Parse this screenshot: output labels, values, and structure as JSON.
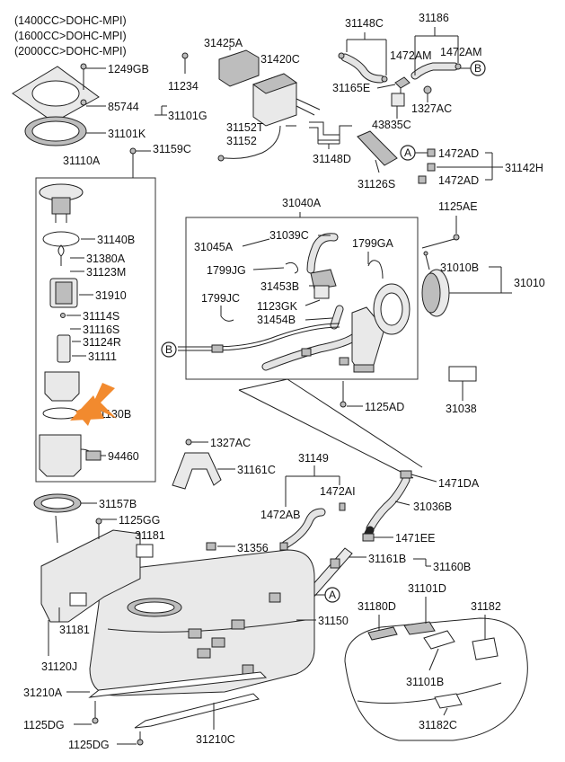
{
  "engine_notes": [
    "(1400CC>DOHC-MPI)",
    "(1600CC>DOHC-MPI)",
    "(2000CC>DOHC-MPI)"
  ],
  "refs": {
    "A": "A",
    "B": "B"
  },
  "labels": {
    "l1249GB": "1249GB",
    "l85744": "85744",
    "l31101G": "31101G",
    "l31101K": "31101K",
    "l31159C": "31159C",
    "l31110A": "31110A",
    "l31140B": "31140B",
    "l31380A": "31380A",
    "l31123M": "31123M",
    "l31910": "31910",
    "l31114S": "31114S",
    "l31116S": "31116S",
    "l31124R": "31124R",
    "l31111": "31111",
    "l31130B": "31130B",
    "l94460": "94460",
    "l31157B": "31157B",
    "l1125GG": "1125GG",
    "l31181a": "31181",
    "l31181b": "31181",
    "l31120J": "31120J",
    "l31210A": "31210A",
    "l1125DG1": "1125DG",
    "l1125DG2": "1125DG",
    "l31210C": "31210C",
    "l31425A": "31425A",
    "l11234": "11234",
    "l31420C": "31420C",
    "l31152T": "31152T",
    "l31152": "31152",
    "l31148C": "31148C",
    "l31186": "31186",
    "l1472AM1": "1472AM",
    "l1472AM2": "1472AM",
    "l31165E": "31165E",
    "l1327AC1": "1327AC",
    "l43835C": "43835C",
    "l31148D": "31148D",
    "l31126S": "31126S",
    "l1472AD1": "1472AD",
    "l1472AD2": "1472AD",
    "l31142H": "31142H",
    "l31040A": "31040A",
    "l1125AE": "1125AE",
    "l31045A": "31045A",
    "l31039C": "31039C",
    "l1799GA": "1799GA",
    "l1799JG": "1799JG",
    "l31453B": "31453B",
    "l31010B": "31010B",
    "l31010": "31010",
    "l1799JC": "1799JC",
    "l1123GK": "1123GK",
    "l31454B": "31454B",
    "l1125AD": "1125AD",
    "l31038": "31038",
    "l1327AC2": "1327AC",
    "l31161C": "31161C",
    "l31149": "31149",
    "l1471DA": "1471DA",
    "l1472AI": "1472AI",
    "l1472AB": "1472AB",
    "l31036B": "31036B",
    "l1471EE": "1471EE",
    "l31356": "31356",
    "l31161B": "31161B",
    "l31160B": "31160B",
    "l31150": "31150",
    "l31101D": "31101D",
    "l31180D": "31180D",
    "l31182": "31182",
    "l31101B": "31101B",
    "l31182C": "31182C"
  },
  "colors": {
    "callout_arrow": "#f28a2e",
    "line": "#222222",
    "part_fill": "#e9e9e9",
    "part_dark": "#bdbdbd"
  }
}
